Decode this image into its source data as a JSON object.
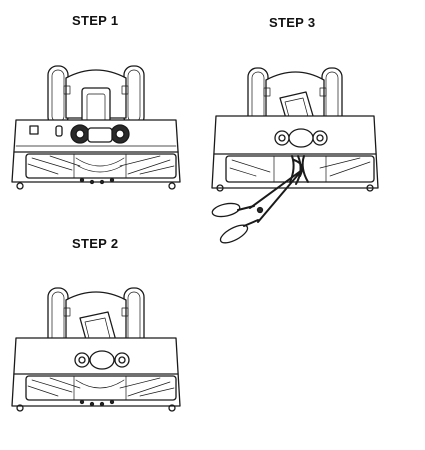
{
  "steps": [
    {
      "id": "step1",
      "label": "STEP 1",
      "icon": "vacuum-head-cover-closed"
    },
    {
      "id": "step2",
      "label": "STEP 2",
      "icon": "vacuum-head-cover-open"
    },
    {
      "id": "step3",
      "label": "STEP 3",
      "icon": "vacuum-head-scissors-cutting-hair"
    }
  ],
  "colors": {
    "line": "#1a1a1a",
    "background": "#ffffff"
  }
}
